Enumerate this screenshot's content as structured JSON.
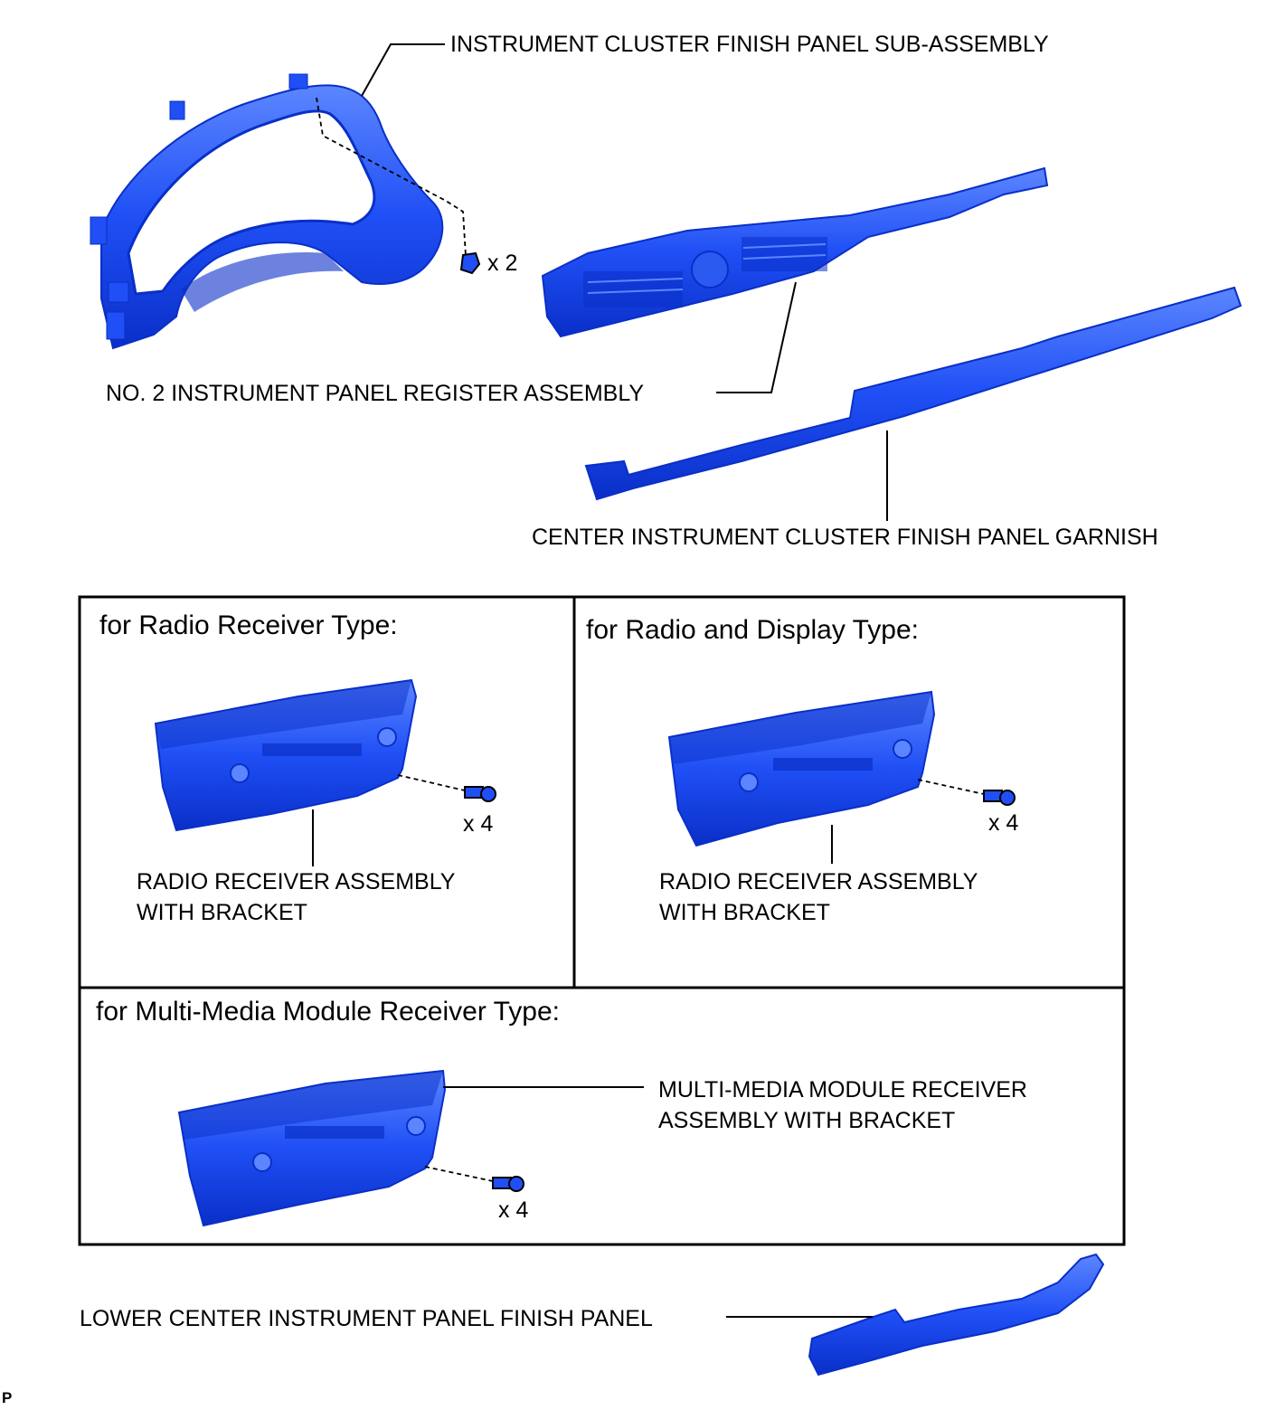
{
  "labels": {
    "instrument_cluster_finish_panel": "INSTRUMENT CLUSTER FINISH PANEL SUB-ASSEMBLY",
    "no2_register_assembly": "NO. 2 INSTRUMENT PANEL REGISTER ASSEMBLY",
    "center_garnish": "CENTER INSTRUMENT CLUSTER FINISH PANEL GARNISH",
    "lower_center_finish_panel": "LOWER CENTER INSTRUMENT PANEL FINISH PANEL"
  },
  "quantities": {
    "cluster_clips": "x 2",
    "radio_bolts": "x 4",
    "display_bolts": "x 4",
    "multimedia_bolts": "x 4"
  },
  "boxes": {
    "radio_receiver_type": {
      "heading": "for Radio Receiver Type:",
      "part_label": "RADIO RECEIVER ASSEMBLY\nWITH BRACKET"
    },
    "radio_display_type": {
      "heading": "for Radio and Display Type:",
      "part_label": "RADIO RECEIVER ASSEMBLY\nWITH BRACKET"
    },
    "multimedia_type": {
      "heading": "for Multi-Media Module Receiver Type:",
      "part_label": "MULTI-MEDIA MODULE RECEIVER\nASSEMBLY WITH BRACKET"
    }
  },
  "corner_mark": "P",
  "colors": {
    "part_fill": "#1f4ff5",
    "part_dark": "#0a2fc8",
    "part_light": "#5c86ff",
    "line": "#000000"
  }
}
